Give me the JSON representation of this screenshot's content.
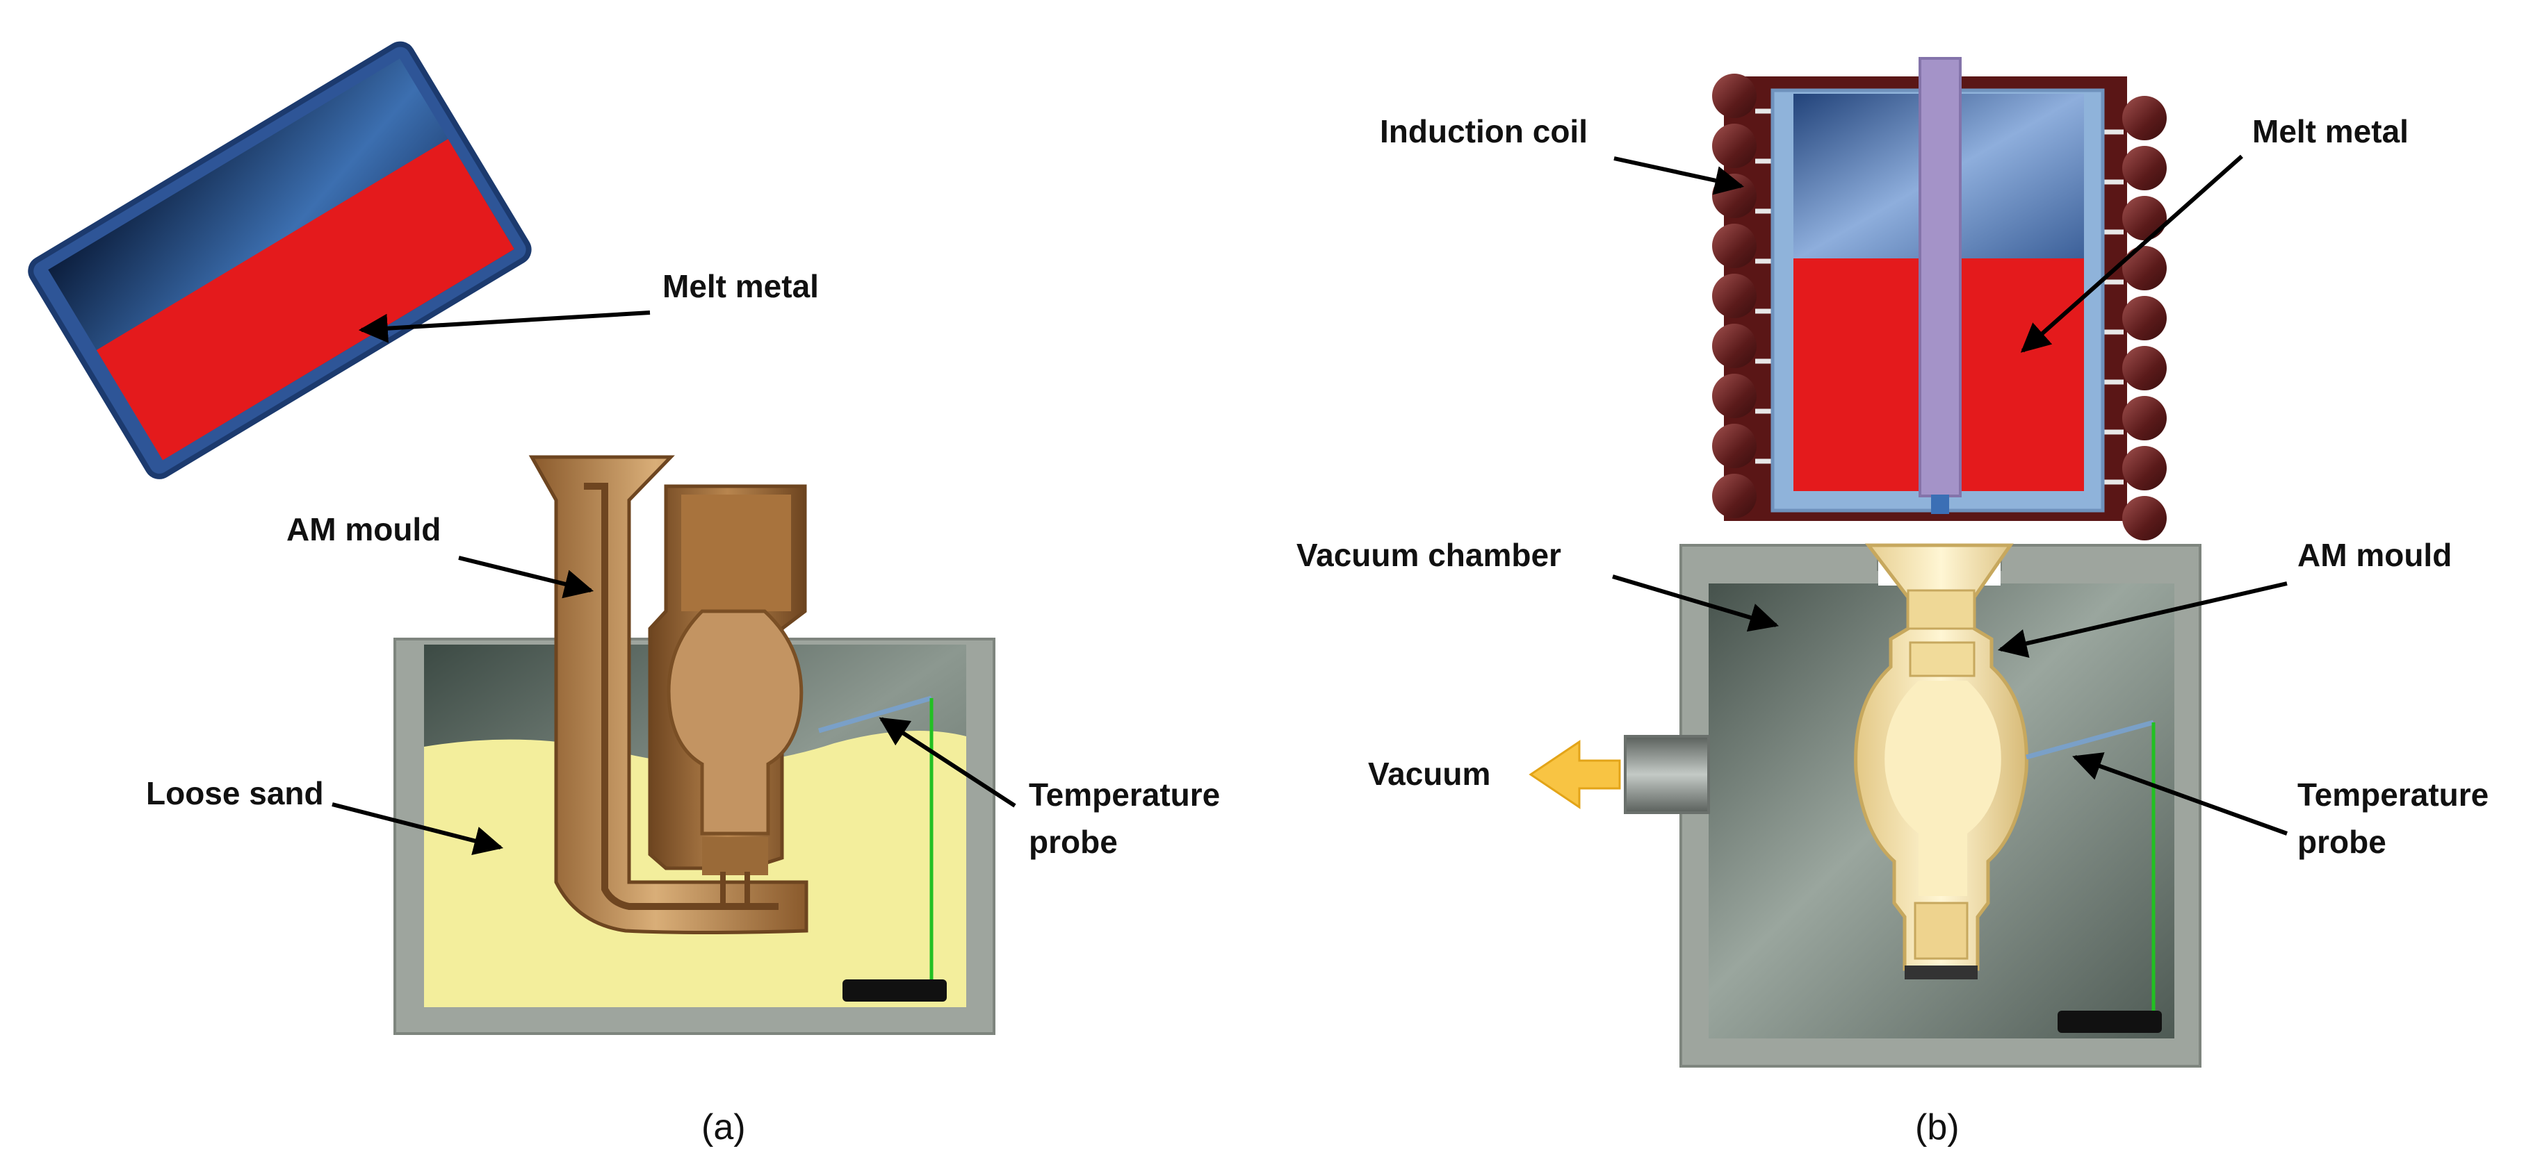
{
  "panel_a": {
    "caption": "(a)",
    "labels": {
      "melt_metal": "Melt metal",
      "am_mould": "AM mould",
      "loose_sand": "Loose sand",
      "temperature_probe_line1": "Temperature",
      "temperature_probe_line2": "probe"
    }
  },
  "panel_b": {
    "caption": "(b)",
    "labels": {
      "induction_coil": "Induction coil",
      "melt_metal": "Melt metal",
      "vacuum_chamber": "Vacuum chamber",
      "am_mould": "AM mould",
      "vacuum": "Vacuum",
      "temperature_probe_line1": "Temperature",
      "temperature_probe_line2": "probe"
    }
  },
  "colors": {
    "melt": "#e41a1c",
    "ladle_blue": "#1f3f78",
    "sand": "#f3ee9c",
    "bronze": "#b8895a",
    "chamber_grey": "#9ea59e",
    "mould_light": "#f4e3a6",
    "vacuum_arrow": "#f8c443",
    "coil": "#5a1a1a",
    "probe_green": "#22c022"
  }
}
